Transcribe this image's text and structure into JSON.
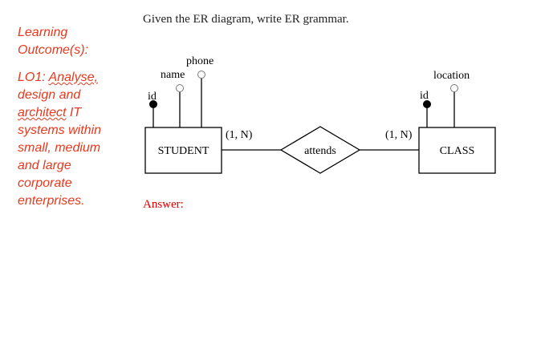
{
  "learning_outcome": {
    "heading_line1": "Learning",
    "heading_line2": "Outcome(s):",
    "lo_code": "LO1: ",
    "lo_word1": "Analyse,",
    "lo_line2": "design and",
    "lo_word2": "architect",
    "lo_line3_rest": " IT",
    "lo_line4": "systems within",
    "lo_line5": "small, medium",
    "lo_line6": "and large",
    "lo_line7": "corporate",
    "lo_line8": "enterprises."
  },
  "question": "Given the ER diagram, write ER grammar.",
  "answer_label": "Answer:",
  "colors": {
    "outcome_text": "#e6391e",
    "answer_label": "#e60000"
  },
  "diagram": {
    "entities": [
      {
        "name": "STUDENT"
      },
      {
        "name": "CLASS"
      }
    ],
    "relationship": "attends",
    "cardinalities": [
      "(1, N)",
      "(1, N)"
    ],
    "student_attributes": {
      "key": "id",
      "others": [
        "name",
        "phone"
      ]
    },
    "class_attributes": {
      "key": "id",
      "others": [
        "location"
      ]
    }
  }
}
